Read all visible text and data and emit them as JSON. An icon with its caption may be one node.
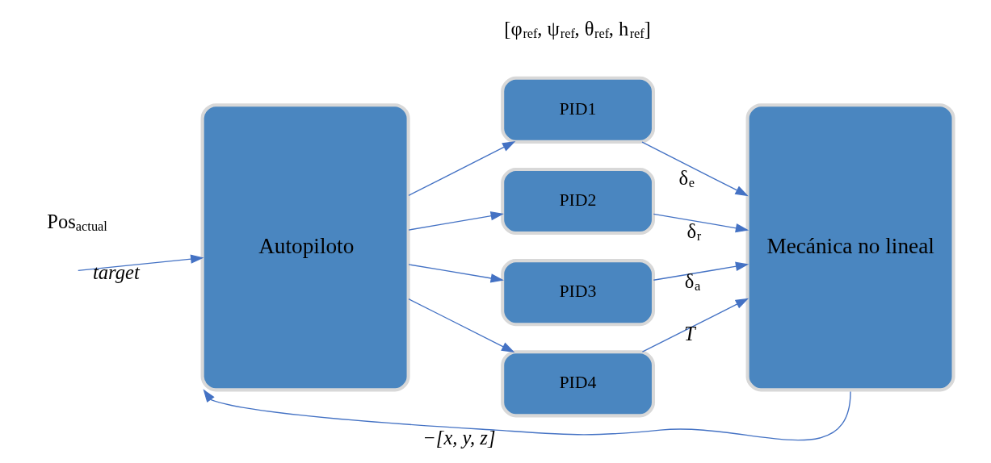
{
  "diagram": {
    "nodes": [
      {
        "text": [
          "Autopiloto"
        ]
      },
      {
        "text": [
          "PID1"
        ]
      },
      {
        "text": [
          "PID2"
        ]
      },
      {
        "text": [
          "PID3"
        ]
      },
      {
        "text": [
          "PID4"
        ]
      },
      {
        "text": [
          "Mecánica no lineal"
        ]
      }
    ],
    "edges": [
      {
        "from": null,
        "to": 0,
        "arrow": "to",
        "label": "target"
      },
      {
        "from": 0,
        "to": 1,
        "arrow": "to"
      },
      {
        "from": 0,
        "to": 2,
        "arrow": "to"
      },
      {
        "from": 0,
        "to": 3,
        "arrow": "to"
      },
      {
        "from": 0,
        "to": 4,
        "arrow": "to"
      },
      {
        "from": 1,
        "to": 5,
        "arrow": "to",
        "label": "δ$_{e}$"
      },
      {
        "from": 2,
        "to": 5,
        "arrow": "to",
        "label": "δ$_{r}$"
      },
      {
        "from": 3,
        "to": 5,
        "arrow": "to",
        "label": "δ$_{a}$"
      },
      {
        "from": 4,
        "to": 5,
        "arrow": "to",
        "label": "T"
      },
      {
        "from": 5,
        "to": 0,
        "arrow": "to",
        "label": "−[x, y, z]"
      }
    ],
    "labels": [
      "[φ$_{ref}$, ψ$_{ref}$, θ$_{ref}$, h$_{ref}$]",
      "Pos$_{actual}$"
    ]
  }
}
